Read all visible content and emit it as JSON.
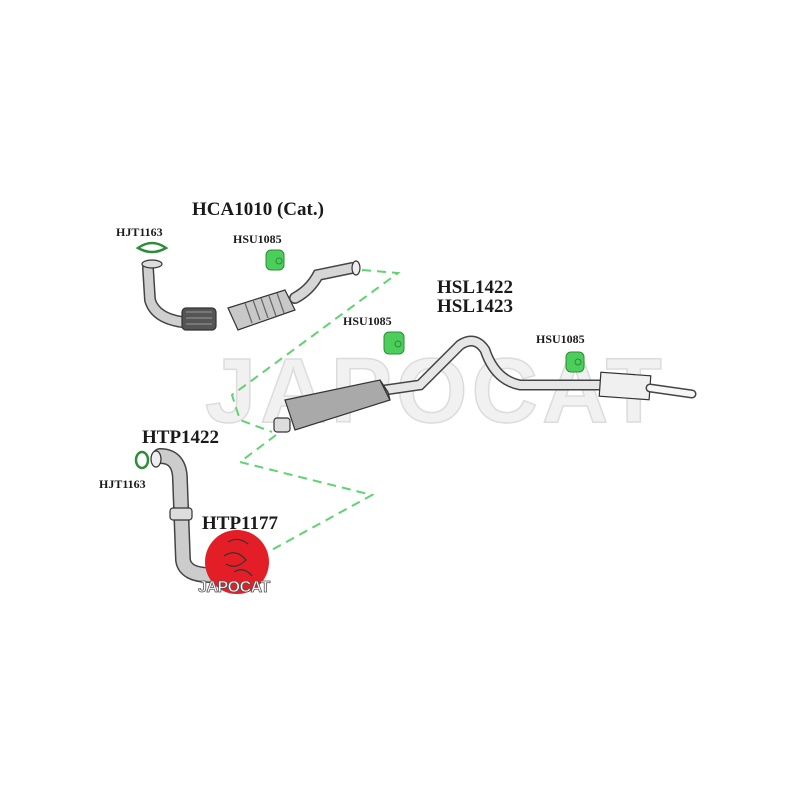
{
  "watermark": "JAPOCAT",
  "logo": {
    "text": "JAPOCAT",
    "color": "#e41e26"
  },
  "colors": {
    "rubber_mount": "#4ccf5a",
    "gasket": "#2e8b3a",
    "dashed_link": "#5fd36f",
    "pipe": "#c8c8c8",
    "outline": "#333333"
  },
  "parts": {
    "catalyst": {
      "code": "HCA1010 (Cat.)"
    },
    "front_gasket": {
      "code": "HJT1163"
    },
    "mount_front": {
      "code": "HSU1085"
    },
    "mount_middle": {
      "code": "HSU1085"
    },
    "mount_rear": {
      "code": "HSU1085"
    },
    "silencer_a": {
      "code": "HSL1422"
    },
    "silencer_b": {
      "code": "HSL1423"
    },
    "link_pipe": {
      "code": "HTP1422"
    },
    "lower_gasket": {
      "code": "HJT1163"
    },
    "front_pipe": {
      "code": "HTP1177"
    }
  }
}
